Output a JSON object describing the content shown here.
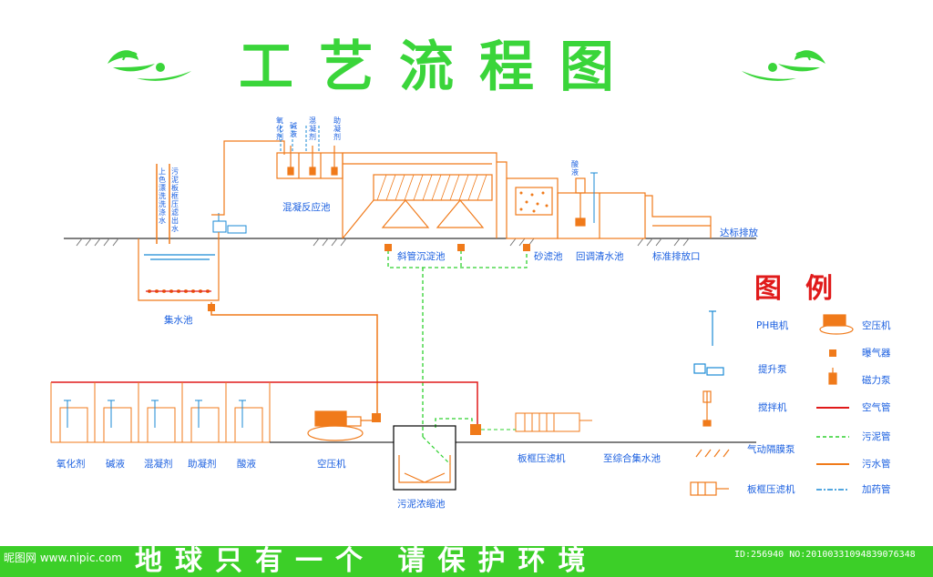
{
  "title": "工艺流程图",
  "colors": {
    "title": "#3ad53a",
    "labels": "#1a5fe0",
    "pipe_orange": "#f07a1a",
    "pipe_red": "#e01a1a",
    "sludge_green": "#2ed12e",
    "dosing": "#1a8ad5",
    "footer": "#3ccf28"
  },
  "process": {
    "discharge_up": "达标排放",
    "coagulation": "混凝反应池",
    "inclined_tube": "斜管沉淀池",
    "sand_filter": "砂滤池",
    "regulating": "回调清水池",
    "outlet": "标准排放口",
    "collection": "集水池",
    "inlet_a": "上色漂洗洗涤水",
    "inlet_b": "污泥板框压滤出水",
    "dose_a": "氧化剂",
    "dose_b": "碱液",
    "dose_c": "混凝剂",
    "dose_d": "助凝剂",
    "dose_e": "酸液"
  },
  "bottom": {
    "tank1": "氧化剂",
    "tank2": "碱液",
    "tank3": "混凝剂",
    "tank4": "助凝剂",
    "tank5": "酸液",
    "compressor": "空压机",
    "thickener": "污泥浓缩池",
    "press": "板框压滤机",
    "to_collection": "至综合集水池"
  },
  "legend": {
    "title": "图例",
    "ph_motor": "PH电机",
    "air_compressor": "空压机",
    "aerator": "曝气器",
    "lift_pump": "提升泵",
    "magnetic_pump": "磁力泵",
    "mixer": "搅拌机",
    "air_pipe": "空气管",
    "diaphragm_pump": "气动隔膜泵",
    "sludge_pipe": "污泥管",
    "sewage_pipe": "污水管",
    "filter_press": "板框压滤机",
    "dosing_pipe": "加药管"
  },
  "footer": {
    "slogan": "地球只有一个 请保护环境",
    "watermark_left": "昵图网 www.nipic.com",
    "watermark_right": "ID:256940 NO:20100331094839076348"
  }
}
